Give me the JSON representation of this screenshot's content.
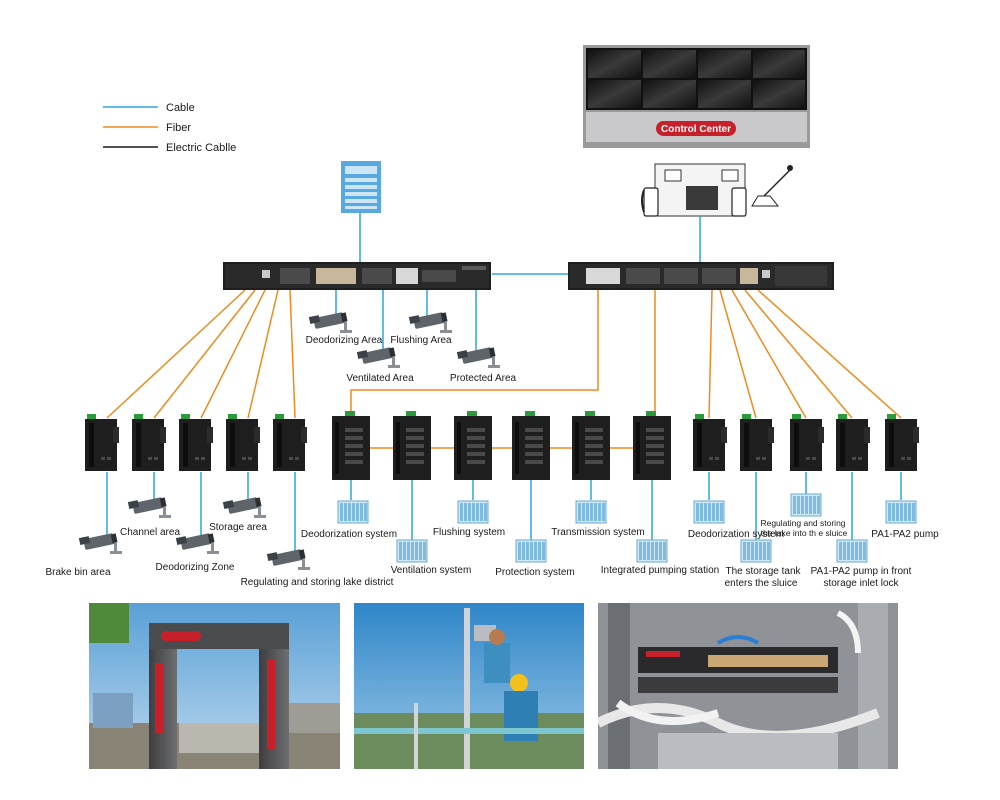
{
  "legend": {
    "cable": "Cable",
    "fiber": "Fiber",
    "electric": "Electric Cablle"
  },
  "colors": {
    "cable": "#2aa6dc",
    "fiber": "#f08a1c",
    "electric": "#1a1a1a",
    "control_badge": "#c8202a",
    "switch_body": "#1e1e1e"
  },
  "control_center": {
    "label": "Control Center"
  },
  "cameras_upper": {
    "deodorizing": "Deodorizing Area",
    "flushing": "Flushing Area",
    "ventilated": "Ventilated Area",
    "protected": "Protected Area"
  },
  "cameras_lower": {
    "channel": "Channel area",
    "storage": "Storage area",
    "brake": "Brake bin area",
    "deodorizing_zone": "Deodorizing Zone",
    "regulating": "Regulating and storing lake district"
  },
  "systems": {
    "deodorization_1": "Deodorization system",
    "flushing": "Flushing system",
    "transmission": "Transmission system",
    "deodorization_2": "Deodorization system",
    "ventilation": "Ventilation system",
    "protection": "Protection system",
    "integrated": "Integrated pumping station",
    "storage_tank_1": "The storage tank",
    "storage_tank_2": "enters the sluice",
    "regulating_1": "Regulating and storing",
    "regulating_2": "the lake into th e sluice",
    "pa_pump": "PA1-PA2 pump",
    "pa_front_1": "PA1-PA2 pump in front",
    "pa_front_2": "storage inlet lock"
  }
}
